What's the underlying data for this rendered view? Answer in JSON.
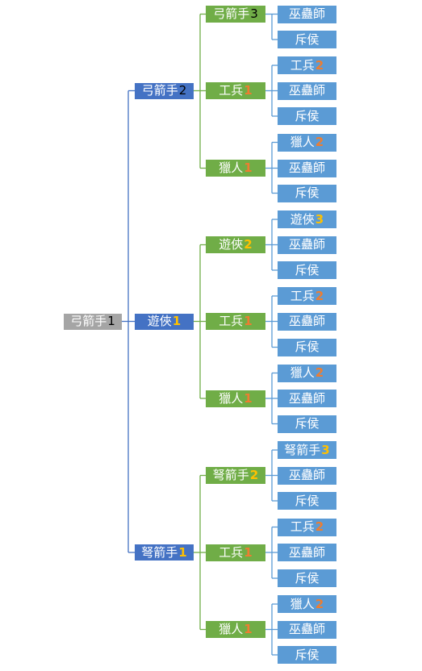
{
  "colors": {
    "root": "#a5a5a5",
    "level1": "#4472c4",
    "level2": "#70ad47",
    "level3": "#5b9bd5",
    "connector_blue": "#4472c4",
    "connector_green": "#70ad47",
    "connector_light": "#5b9bd5",
    "badge_dark": "#000000",
    "badge_yellow": "#ffc000",
    "badge_orange": "#ed7d31"
  },
  "tree": {
    "label": "弓箭手",
    "badge": "1",
    "badge_color": "#000000",
    "children": [
      {
        "label": "弓箭手",
        "badge": "2",
        "badge_color": "#000000",
        "children": [
          {
            "label": "弓箭手",
            "badge": "3",
            "badge_color": "#000000",
            "children": [
              {
                "label": "巫蠱師"
              },
              {
                "label": "斥侯"
              }
            ]
          },
          {
            "label": "工兵",
            "badge": "1",
            "badge_color": "#ed7d31",
            "children": [
              {
                "label": "工兵",
                "badge": "2",
                "badge_color": "#ed7d31"
              },
              {
                "label": "巫蠱師"
              },
              {
                "label": "斥侯"
              }
            ]
          },
          {
            "label": "獵人",
            "badge": "1",
            "badge_color": "#ed7d31",
            "children": [
              {
                "label": "獵人",
                "badge": "2",
                "badge_color": "#ed7d31"
              },
              {
                "label": "巫蠱師"
              },
              {
                "label": "斥侯"
              }
            ]
          }
        ]
      },
      {
        "label": "遊俠",
        "badge": "1",
        "badge_color": "#ffc000",
        "children": [
          {
            "label": "遊俠",
            "badge": "2",
            "badge_color": "#ffc000",
            "children": [
              {
                "label": "遊俠",
                "badge": "3",
                "badge_color": "#ffc000"
              },
              {
                "label": "巫蠱師"
              },
              {
                "label": "斥侯"
              }
            ]
          },
          {
            "label": "工兵",
            "badge": "1",
            "badge_color": "#ed7d31",
            "children": [
              {
                "label": "工兵",
                "badge": "2",
                "badge_color": "#ed7d31"
              },
              {
                "label": "巫蠱師"
              },
              {
                "label": "斥侯"
              }
            ]
          },
          {
            "label": "獵人",
            "badge": "1",
            "badge_color": "#ed7d31",
            "children": [
              {
                "label": "獵人",
                "badge": "2",
                "badge_color": "#ed7d31"
              },
              {
                "label": "巫蠱師"
              },
              {
                "label": "斥侯"
              }
            ]
          }
        ]
      },
      {
        "label": "弩箭手",
        "badge": "1",
        "badge_color": "#ffc000",
        "children": [
          {
            "label": "弩箭手",
            "badge": "2",
            "badge_color": "#ffc000",
            "children": [
              {
                "label": "弩箭手",
                "badge": "3",
                "badge_color": "#ffc000"
              },
              {
                "label": "巫蠱師"
              },
              {
                "label": "斥侯"
              }
            ]
          },
          {
            "label": "工兵",
            "badge": "1",
            "badge_color": "#ed7d31",
            "children": [
              {
                "label": "工兵",
                "badge": "2",
                "badge_color": "#ed7d31"
              },
              {
                "label": "巫蠱師"
              },
              {
                "label": "斥侯"
              }
            ]
          },
          {
            "label": "獵人",
            "badge": "1",
            "badge_color": "#ed7d31",
            "children": [
              {
                "label": "獵人",
                "badge": "2",
                "badge_color": "#ed7d31"
              },
              {
                "label": "巫蠱師"
              },
              {
                "label": "斥侯"
              }
            ]
          }
        ]
      }
    ]
  }
}
